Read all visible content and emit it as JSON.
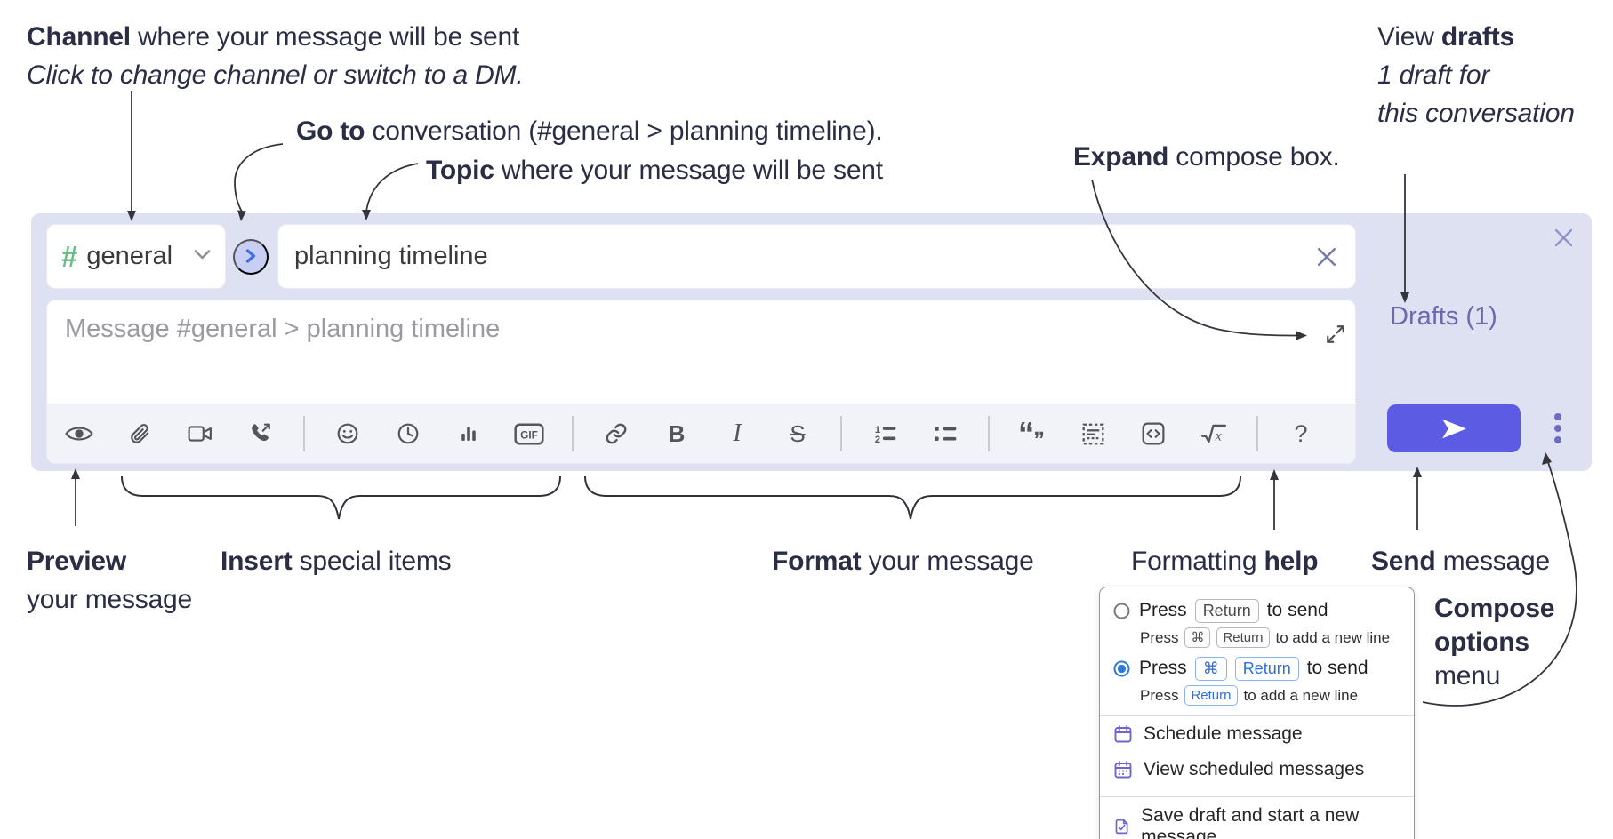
{
  "annotations": {
    "channel_line1_bold": "Channel",
    "channel_line1_rest": " where your message will be sent",
    "channel_line2": "Click to change channel or switch to a DM.",
    "goto_bold": "Go to",
    "goto_rest": " conversation (#general > planning timeline).",
    "topic_bold": "Topic",
    "topic_rest": " where your message will be sent",
    "expand_bold": "Expand",
    "expand_rest": " compose box.",
    "drafts_line1_pre": "View ",
    "drafts_line1_bold": "drafts",
    "drafts_line2": "1 draft for",
    "drafts_line3": "this conversation",
    "preview_bold": "Preview",
    "preview_line2": "your message",
    "insert_bold": "Insert",
    "insert_rest": " special items",
    "format_bold": "Format",
    "format_rest": " your message",
    "help_pre": "Formatting ",
    "help_bold": "help",
    "send_bold": "Send",
    "send_rest": " message",
    "compose_line1": "Compose",
    "compose_line2": "options",
    "compose_line3": "menu"
  },
  "compose": {
    "channel": {
      "hash": "#",
      "name": "general"
    },
    "topic_value": "planning timeline",
    "message_placeholder": "Message #general > planning timeline",
    "drafts_link": "Drafts (1)",
    "toolbar_labels": {
      "bold": "B",
      "italic": "I",
      "strike": "S",
      "ol_1": "1",
      "ol_2": "2",
      "gif": "GIF",
      "quote_open": "“",
      "quote_close": "„",
      "math": "√x",
      "help": "?"
    },
    "toolbar_icons": [
      "preview-eye",
      "attach-file",
      "start-video-call",
      "start-audio-call",
      "add-emoji",
      "add-global-time",
      "add-poll",
      "add-gif",
      "link",
      "bold",
      "italic",
      "strikethrough",
      "numbered-list",
      "bulleted-list",
      "quote",
      "spoiler",
      "code",
      "math",
      "message-formatting-help"
    ]
  },
  "popup": {
    "opt1_pre": "Press",
    "opt1_key": "Return",
    "opt1_post": "to send",
    "opt1_sub_pre": "Press",
    "opt1_sub_key1": "⌘",
    "opt1_sub_key2": "Return",
    "opt1_sub_post": "to add a new line",
    "opt2_pre": "Press",
    "opt2_key1": "⌘",
    "opt2_key2": "Return",
    "opt2_post": "to send",
    "opt2_sub_pre": "Press",
    "opt2_sub_key": "Return",
    "opt2_sub_post": "to add a new line",
    "item_schedule": "Schedule message",
    "item_view_scheduled": "View scheduled messages",
    "item_save_draft": "Save draft and start a new message"
  },
  "colors": {
    "container_bg": "#dde1f2",
    "send_button": "#5b5be4",
    "hash_green": "#68bd86",
    "drafts_link": "#6c69ad",
    "radio_selected": "#2e7ad8",
    "keycap_blue": "#2f6fdd",
    "menu_icon_purple": "#6d66d0"
  }
}
